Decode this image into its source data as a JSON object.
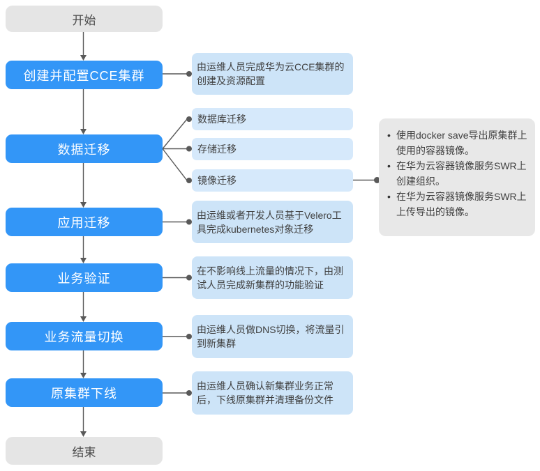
{
  "colors": {
    "accent": "#3396F7",
    "note-bg": "#CDE4F8",
    "branch-bg": "#D6E9FB",
    "terminal-bg": "#E5E5E5",
    "panel-bg": "#E8E8E8",
    "line": "#595959",
    "step-text": "#FFFFFF",
    "body-text": "#404040"
  },
  "start_label": "开始",
  "end_label": "结束",
  "steps": [
    {
      "label": "创建并配置CCE集群",
      "note": "由运维人员完成华为云CCE集群的创建及资源配置"
    },
    {
      "label": "数据迁移"
    },
    {
      "label": "应用迁移",
      "note": "由运维或者开发人员基于Velero工具完成kubernetes对象迁移"
    },
    {
      "label": "业务验证",
      "note": "在不影响线上流量的情况下，由测试人员完成新集群的功能验证"
    },
    {
      "label": "业务流量切换",
      "note": "由运维人员做DNS切换，将流量引到新集群"
    },
    {
      "label": "原集群下线",
      "note": "由运维人员确认新集群业务正常后，下线原集群并清理备份文件"
    }
  ],
  "branches": [
    "数据库迁移",
    "存储迁移",
    "镜像迁移"
  ],
  "notes": [
    "使用docker save导出原集群上使用的容器镜像。",
    "在华为云容器镜像服务SWR上创建组织。",
    "在华为云容器镜像服务SWR上上传导出的镜像。"
  ]
}
